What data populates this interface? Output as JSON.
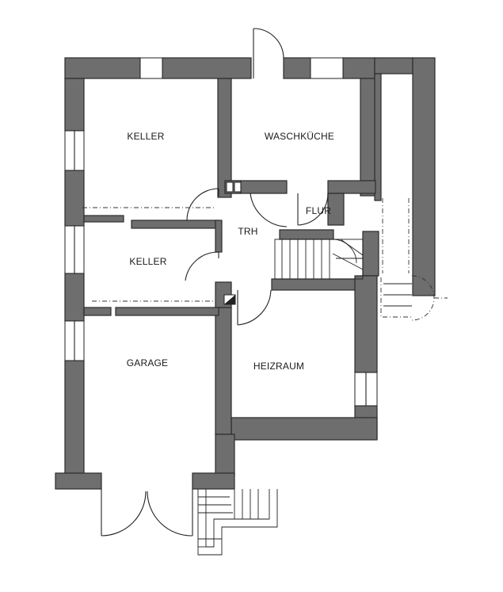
{
  "rooms": {
    "keller_top": "KELLER",
    "waschkueche": "WASCHKÜCHE",
    "flur": "FLUR",
    "trh": "TRH",
    "keller_middle": "KELLER",
    "garage": "GARAGE",
    "heizraum": "HEIZRAUM"
  },
  "colors": {
    "wall": "#6e6e6e",
    "line": "#222222",
    "background": "#ffffff"
  }
}
